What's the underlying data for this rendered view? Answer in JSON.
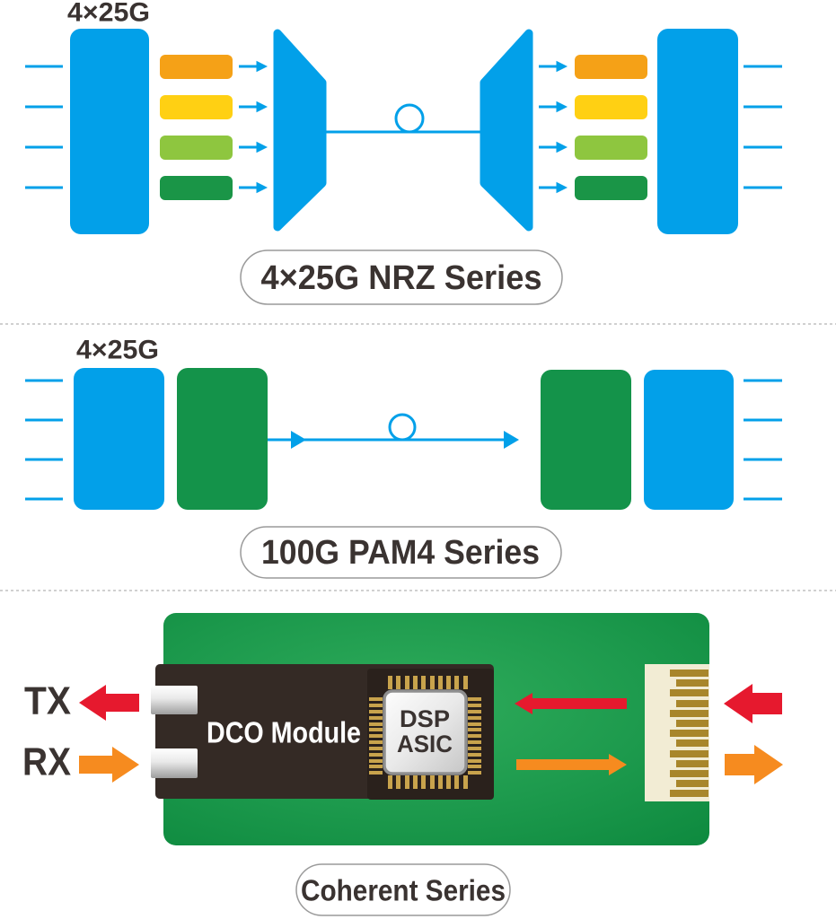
{
  "palette": {
    "blue": "#02A0E9",
    "orange_lane": "#F5A117",
    "yellow_lane": "#FFD013",
    "light_green_lane": "#8EC63F",
    "green_lane": "#1A9547",
    "green_block": "#14934A",
    "board_green_light": "#2FAC5B",
    "board_green_dark": "#0E8A3F",
    "module_dark": "#342A25",
    "red_arrow": "#E6192E",
    "orange_arrow": "#F68B1F",
    "chip_pin_gold": "#C8A34C",
    "edge_connector_cream": "#F2ECD4",
    "edge_connector_pin_gold": "#A8862B",
    "text_dark": "#3A3331",
    "pill_border": "#9a9a9a"
  },
  "nrz_section": {
    "lane_count_label": "4×25G",
    "title": "4×25G NRZ Series",
    "lane_colors": [
      "#F5A117",
      "#FFD013",
      "#8EC63F",
      "#1A9547"
    ]
  },
  "pam4_section": {
    "lane_count_label": "4×25G",
    "title": "100G PAM4 Series"
  },
  "coherent_section": {
    "title": "Coherent Series",
    "tx_label": "TX",
    "rx_label": "RX",
    "module_label": "DCO Module",
    "chip_label_line1": "DSP",
    "chip_label_line2": "ASIC"
  }
}
